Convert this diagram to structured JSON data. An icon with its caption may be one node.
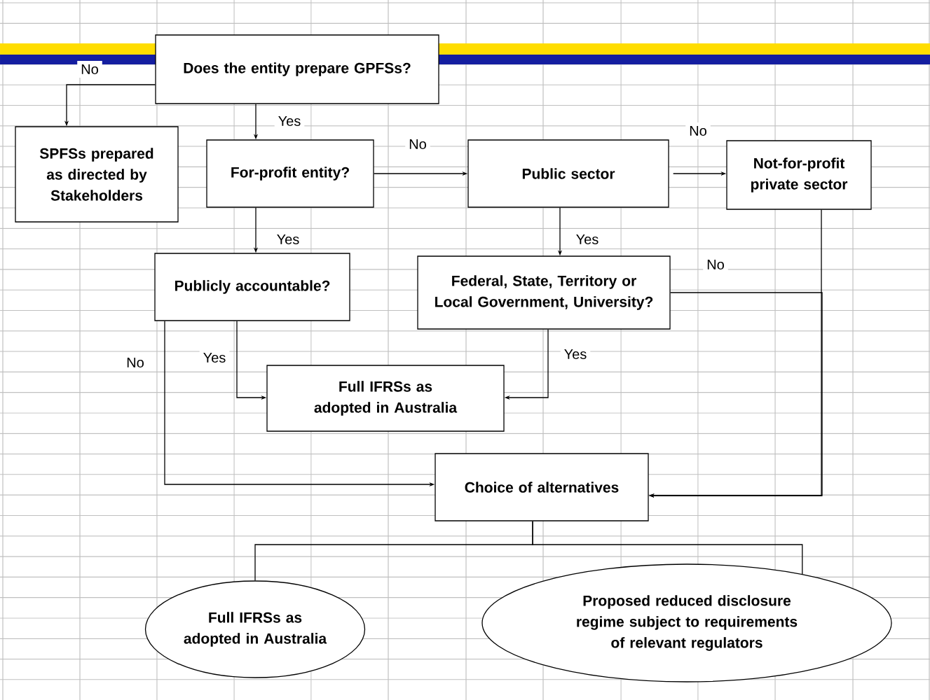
{
  "diagram": {
    "nodes": [
      {
        "text": [
          "Does the entity prepare GPFSs?"
        ]
      },
      {
        "text": [
          "SPFSs prepared as directed by Stakeholders"
        ]
      },
      {
        "text": [
          "For-profit entity?"
        ]
      },
      {
        "text": [
          "Public sector"
        ]
      },
      {
        "text": [
          "Not-for-profit private sector"
        ]
      },
      {
        "text": [
          "Publicly accountable?"
        ]
      },
      {
        "text": [
          "Federal, State, Territory or Local Government, University?"
        ]
      },
      {
        "text": [
          "Full IFRSs as adopted in Australia"
        ]
      },
      {
        "text": [
          "Choice of alternatives"
        ]
      },
      {
        "text": [
          "Full IFRSs as adopted in Australia"
        ]
      },
      {
        "text": [
          "Proposed reduced disclosure regime subject to requirements of relevant regulators"
        ]
      }
    ],
    "edges": [
      {
        "from": 0,
        "to": 1,
        "arrow": "to",
        "label": "No"
      },
      {
        "from": 0,
        "to": 2,
        "arrow": "to",
        "label": "Yes"
      },
      {
        "from": 2,
        "to": 3,
        "arrow": "to",
        "label": "No"
      },
      {
        "from": 3,
        "to": 4,
        "arrow": "to",
        "label": "No"
      },
      {
        "from": 2,
        "to": 5,
        "arrow": "to",
        "label": "Yes"
      },
      {
        "from": 3,
        "to": 6,
        "arrow": "to",
        "label": "Yes"
      },
      {
        "from": 6,
        "to": 8,
        "arrow": "to",
        "label": "No"
      },
      {
        "from": 5,
        "to": 8,
        "arrow": "to",
        "label": "No"
      },
      {
        "from": 5,
        "to": 7,
        "arrow": "to",
        "label": "Yes"
      },
      {
        "from": 6,
        "to": 7,
        "arrow": "to",
        "label": "Yes"
      },
      {
        "from": 4,
        "to": 8,
        "arrow": "to"
      },
      {
        "from": 8,
        "to": 9,
        "arrow": "none"
      },
      {
        "from": 8,
        "to": 10,
        "arrow": "none"
      }
    ]
  }
}
